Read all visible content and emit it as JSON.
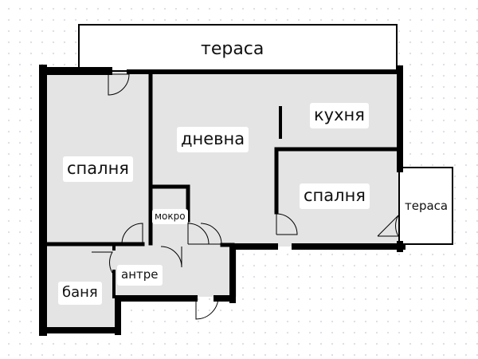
{
  "floor_plan": {
    "rooms": {
      "terrace_top": "тераса",
      "living_room": "дневна",
      "kitchen": "кухня",
      "bedroom_left": "спалня",
      "bedroom_right": "спалня",
      "terrace_right": "тераса",
      "wc": "мокро",
      "hallway": "антре",
      "bathroom": "баня"
    },
    "colors": {
      "wall": "#000000",
      "floor": "#e4e4e4",
      "label_background": "#ffffff",
      "page_background": "#ffffff",
      "grid_dots": "#dcdee4"
    }
  }
}
